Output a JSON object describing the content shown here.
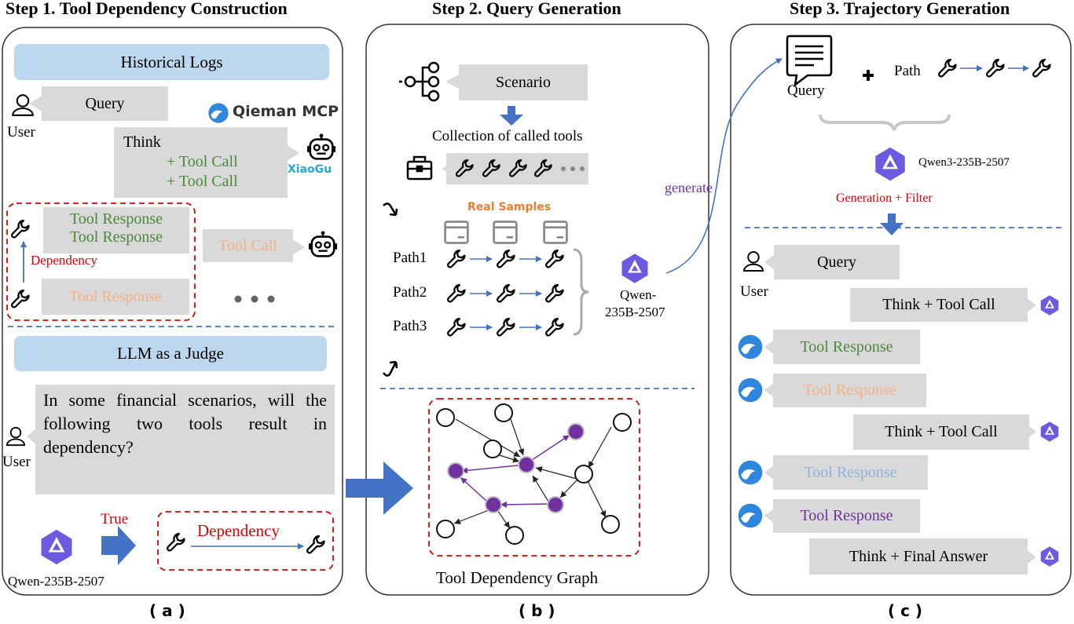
{
  "step1": {
    "title": "Step 1. Tool Dependency Construction",
    "historical_logs": "Historical Logs",
    "query": "Query",
    "user": "User",
    "brand": "Qieman MCP",
    "think": "Think",
    "tool_call_1": "+ Tool Call",
    "tool_call_2": "+ Tool Call",
    "agent": "XiaoGu",
    "tool_response_1": "Tool Response",
    "tool_response_2": "Tool Response",
    "tool_call": "Tool Call",
    "dependency": "Dependency",
    "tool_response_3": "Tool Response",
    "llm_judge": "LLM as a Judge",
    "judge_question": "In some financial scenarios, will the following two tools result in dependency?",
    "user2": "User",
    "true_label": "True",
    "dependency_result": "Dependency",
    "model": "Qwen-235B-2507",
    "caption": "( a )"
  },
  "step2": {
    "title": "Step 2. Query Generation",
    "scenario": "Scenario",
    "collection": "Collection of called tools",
    "real_samples": "Real Samples",
    "paths": [
      "Path1",
      "Path2",
      "Path3"
    ],
    "model_line1": "Qwen-",
    "model_line2": "235B-2507",
    "generate": "generate",
    "graph_label": "Tool Dependency Graph",
    "caption": "( b )"
  },
  "step3": {
    "title": "Step 3. Trajectory Generation",
    "query": "Query",
    "path": "Path",
    "model": "Qwen3-235B-2507",
    "gen_filter": "Generation + Filter",
    "query_bubble": "Query",
    "user": "User",
    "think_tool_call_1": "Think + Tool Call",
    "tool_response_1": "Tool Response",
    "tool_response_2": "Tool Response",
    "think_tool_call_2": "Think + Tool Call",
    "tool_response_3": "Tool Response",
    "tool_response_4": "Tool Response",
    "think_final": "Think + Final Answer",
    "caption": "( c )"
  },
  "colors": {
    "banner": "#bcd7ee",
    "bubble": "#d9d9d9",
    "arrow_blue": "#4472c4",
    "dashed_red": "#e00000",
    "node_purple": "#7030a0",
    "green_text": "#4a8a3a",
    "orange_text": "#f4b183",
    "light_blue_text": "#8fb3e0",
    "purple_text": "#7030a0",
    "qwen_purple": "#6a5be0"
  },
  "icons": [
    "user-icon",
    "robot-icon",
    "wrench-icon",
    "qwen-logo-icon",
    "qieman-logo-icon",
    "scenario-tree-icon",
    "toolbox-icon",
    "window-icon",
    "query-doc-icon",
    "plus-icon"
  ]
}
